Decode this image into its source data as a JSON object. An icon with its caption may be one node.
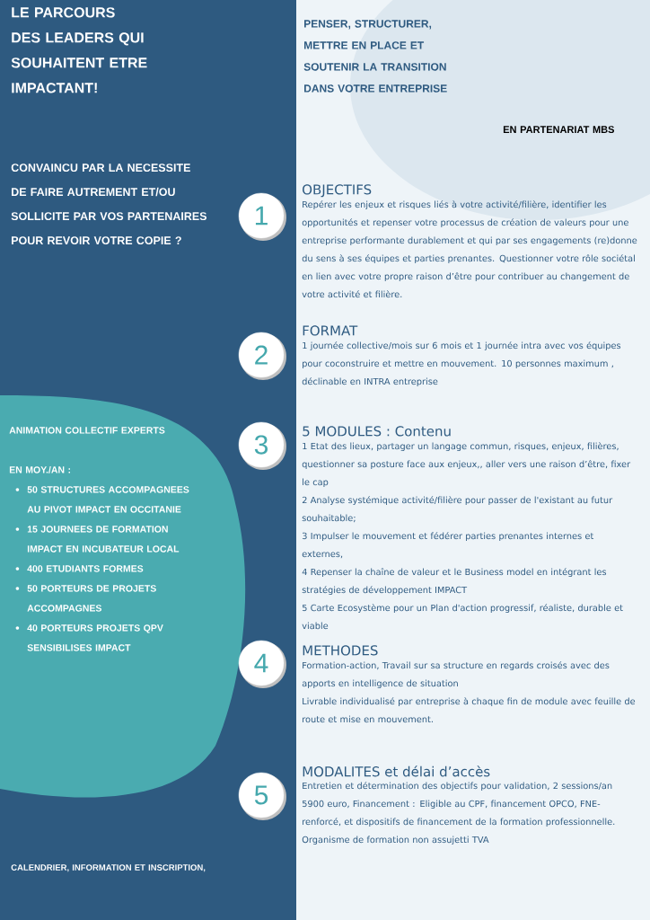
{
  "diagram": {
    "nodes": [
      {
        "text": [
          "ANIMATION COLLECTIF EXPERTS",
          "EN MOY./AN :",
          "50 STRUCTURES ACCOMPAGNEES AU PIVOT IMPACT EN OCCITANIE",
          "15 JOURNEES DE FORMATION IMPACT EN INCUBATEUR LOCAL",
          "400 ETUDIANTS FORMES",
          "50 PORTEURS DE PROJETS ACCOMPAGNES",
          "40 PORTEURS PROJETS QPV SENSIBILISES IMPACT"
        ]
      },
      {
        "text": [
          "1"
        ],
        "beside": [
          "OBJECTIFS",
          "Repérer les enjeux et risques liés à votre activité/filière, identifier les opportunités et repenser votre processus de création de valeurs  pour une entreprise performante durablement et qui par ses engagements (re)donne du sens à ses équipes et parties prenantes. Questionner votre rôle sociétal en lien avec votre propre raison d’être pour contribuer au changement de votre activité et filière."
        ]
      },
      {
        "text": [
          "2"
        ],
        "beside": [
          "FORMAT",
          "1 journée collective/mois sur 6 mois et 1 journée intra avec vos équipes pour coconstruire et mettre en mouvement. 10 personnes maximum , déclinable en INTRA entreprise"
        ]
      },
      {
        "text": [
          "3"
        ],
        "beside": [
          "5 MODULES : Contenu",
          "1 Etat des lieux, partager un langage commun,  risques, enjeux, filières, questionner sa posture face aux enjeux,, aller vers une raison d’être, fixer le cap",
          "2 Analyse systémique activité/filière pour passer de l'existant au futur souhaitable;",
          "3 Impulser le mouvement et fédérer parties prenantes internes et externes,",
          "4 Repenser la chaîne de valeur et le Business model en intégrant les stratégies de développement IMPACT",
          "5 Carte Ecosystème pour un Plan d'action progressif, réaliste, durable et viable"
        ]
      },
      {
        "text": [
          "4"
        ],
        "beside": [
          "METHODES",
          "Formation-action, Travail sur sa structure en regards croisés avec des apports en intelligence de situation",
          "Livrable individualisé par entreprise à chaque fin de module avec feuille de route et mise en mouvement."
        ]
      },
      {
        "text": [
          "5"
        ],
        "beside": [
          "MODALITES et délai d’accès",
          "Entretien et détermination des objectifs pour validation, 2 sessions/an",
          "5900 euro, Financement : Eligible au CPF, financement OPCO, FNE-renforcé, et dispositifs de financement de la formation professionnelle.",
          "Organisme de formation non assujetti TVA"
        ]
      }
    ],
    "labels": [
      "LE PARCOURS DES LEADERS QUI SOUHAITENT ETRE IMPACTANT!",
      "PENSER, STRUCTURER, METTRE EN PLACE ET SOUTENIR LA TRANSITION DANS VOTRE ENTREPRISE",
      "EN PARTENARIAT MBS",
      "CONVAINCU PAR LA NECESSITE DE FAIRE AUTREMENT ET/OU SOLLICITE PAR VOS PARTENAIRES POUR REVOIR VOTRE COPIE ?",
      "CALENDRIER, INFORMATION ET INSCRIPTION,"
    ]
  }
}
